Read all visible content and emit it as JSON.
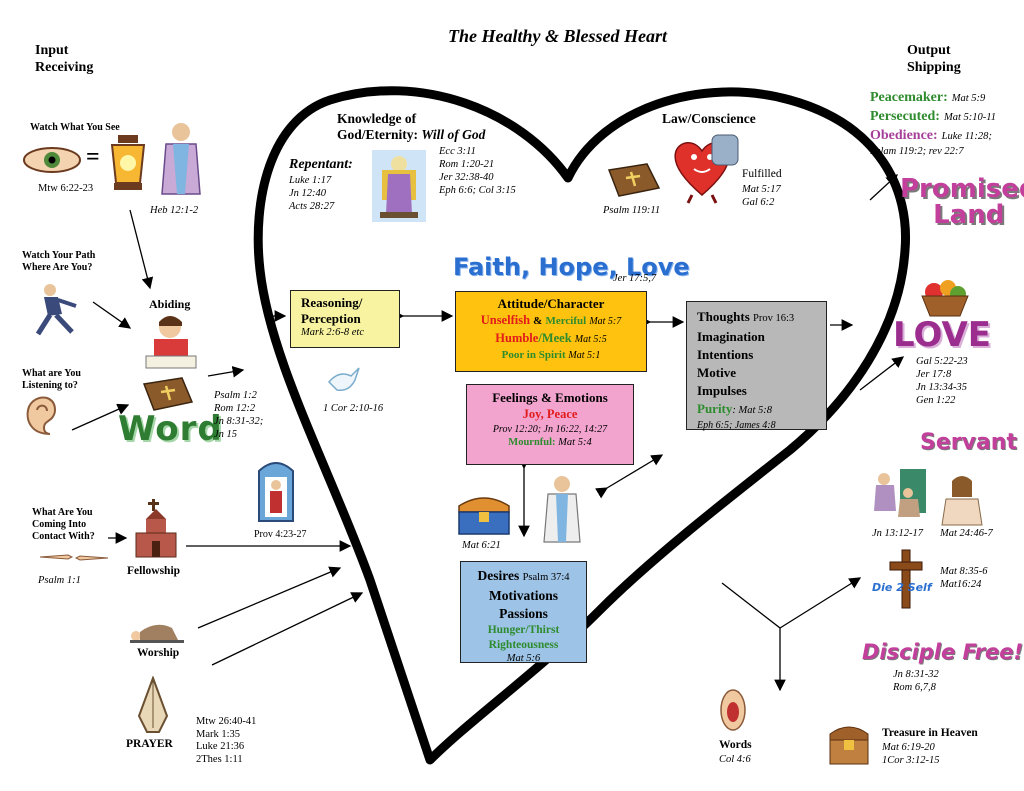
{
  "title": "The Healthy & Blessed Heart",
  "input_header": [
    "Input",
    "Receiving"
  ],
  "output_header": [
    "Output",
    "Shipping"
  ],
  "left": {
    "watch_see": "Watch What You See",
    "mtw622": "Mtw 6:22-23",
    "heb12": "Heb 12:1-2",
    "watch_path": [
      "Watch Your Path",
      "Where Are You?"
    ],
    "abiding": "Abiding",
    "listening": [
      "What are You",
      "Listening to?"
    ],
    "word_art": "Word",
    "word_refs": [
      "Psalm 1:2",
      "Rom 12:2",
      "Jn 8:31-32;",
      "Jn 15"
    ],
    "contact": [
      "What Are You",
      "Coming Into",
      "Contact With?"
    ],
    "psalm11": "Psalm 1:1",
    "fellowship": "Fellowship",
    "prov423": "Prov 4:23-27",
    "worship": "Worship",
    "prayer": "PRAYER",
    "prayer_refs": [
      "Mtw 26:40-41",
      "Mark 1:35",
      "Luke 21:36",
      "2Thes 1:11"
    ]
  },
  "heart": {
    "knowledge": [
      "Knowledge of",
      "God/Eternity:"
    ],
    "will_of_god": "Will of God",
    "knowledge_refs": [
      "Ecc 3:11",
      "Rom 1:20-21",
      "Jer 32:38-40",
      "Eph 6:6; Col 3:15"
    ],
    "repentant": "Repentant:",
    "repentant_refs": [
      "Luke 1:17",
      "Jn 12:40",
      "Acts 28:27"
    ],
    "law": "Law/Conscience",
    "psalm119": "Psalm 119:11",
    "fulfilled": "Fulfilled",
    "fulfilled_refs": [
      "Mat 5:17",
      "Gal 6:2"
    ],
    "faith_art": "Faith, Hope, Love",
    "jer175": "Jer 17:5,7",
    "reasoning": [
      "Reasoning/",
      "Perception"
    ],
    "reasoning_ref": "Mark 2:6-8 etc",
    "cor210": "1 Cor 2:10-16",
    "attitude_title": "Attitude/Character",
    "unselfish": "Unselfish",
    "amp": "&",
    "merciful": "Merciful",
    "merciful_ref": "Mat 5:7",
    "humble": "Humble",
    "meek": "/Meek",
    "meek_ref": "Mat 5:5",
    "poor": "Poor in Spirit",
    "poor_ref": "Mat 5:1",
    "feelings_title": "Feelings & Emotions",
    "joy": "Joy, Peace",
    "feelings_refs": "Prov 12:20; Jn 16:22, 14:27",
    "mournful": "Mournful:",
    "mournful_ref": "Mat 5:4",
    "thoughts": "Thoughts",
    "thoughts_ref": "Prov 16:3",
    "thoughts_items": [
      "Imagination",
      "Intentions",
      "Motive",
      "Impulses"
    ],
    "purity": "Purity",
    "purity_ref": ": Mat 5:8",
    "thoughts_refs": "Eph 6:5; James 4:8",
    "mat621": "Mat 6:21",
    "desires": "Desires",
    "desires_ref": "Psalm 37:4",
    "motivations": "Motivations",
    "passions": "Passions",
    "hunger": [
      "Hunger/Thirst",
      "Righteousness"
    ],
    "desires_mat": "Mat 5:6"
  },
  "right": {
    "peacemaker": "Peacemaker:",
    "peacemaker_ref": "Mat 5:9",
    "persecuted": "Persecuted:",
    "persecuted_ref": "Mat 5:10-11",
    "obedience": "Obedience:",
    "obedience_ref": "Luke 11:28;",
    "obedience_ref2": "Pslam 119:2; rev 22:7",
    "promised": "Promised",
    "land": "Land",
    "love_art": "LOVE",
    "love_refs": [
      "Gal 5:22-23",
      "Jer 17:8",
      "Jn 13:34-35",
      "Gen 1:22"
    ],
    "servant": "Servant",
    "jn1312": "Jn 13:12-17",
    "mat2446": "Mat 24:46-7",
    "die_self": "Die 2 Self",
    "die_refs": [
      "Mat 8:35-6",
      "Mat16:24"
    ],
    "disciple": "Disciple Free!",
    "disciple_refs": [
      "Jn 8:31-32",
      "Rom 6,7,8"
    ],
    "words": "Words",
    "col46": "Col 4:6",
    "treasure": "Treasure in Heaven",
    "treasure_refs": [
      "Mat 6:19-20",
      "1Cor 3:12-15"
    ]
  },
  "colors": {
    "reasoning_box": "#f7f3a0",
    "attitude_box": "#ffc20e",
    "feelings_box": "#f2a4cf",
    "thoughts_box": "#b8b8b8",
    "desires_box": "#9dc3e6",
    "green_text": "#2e8b2e",
    "red_text": "#e21b1b",
    "wordart_purple": "#9b2d8f",
    "wordart_blue": "#2a6fd0"
  }
}
